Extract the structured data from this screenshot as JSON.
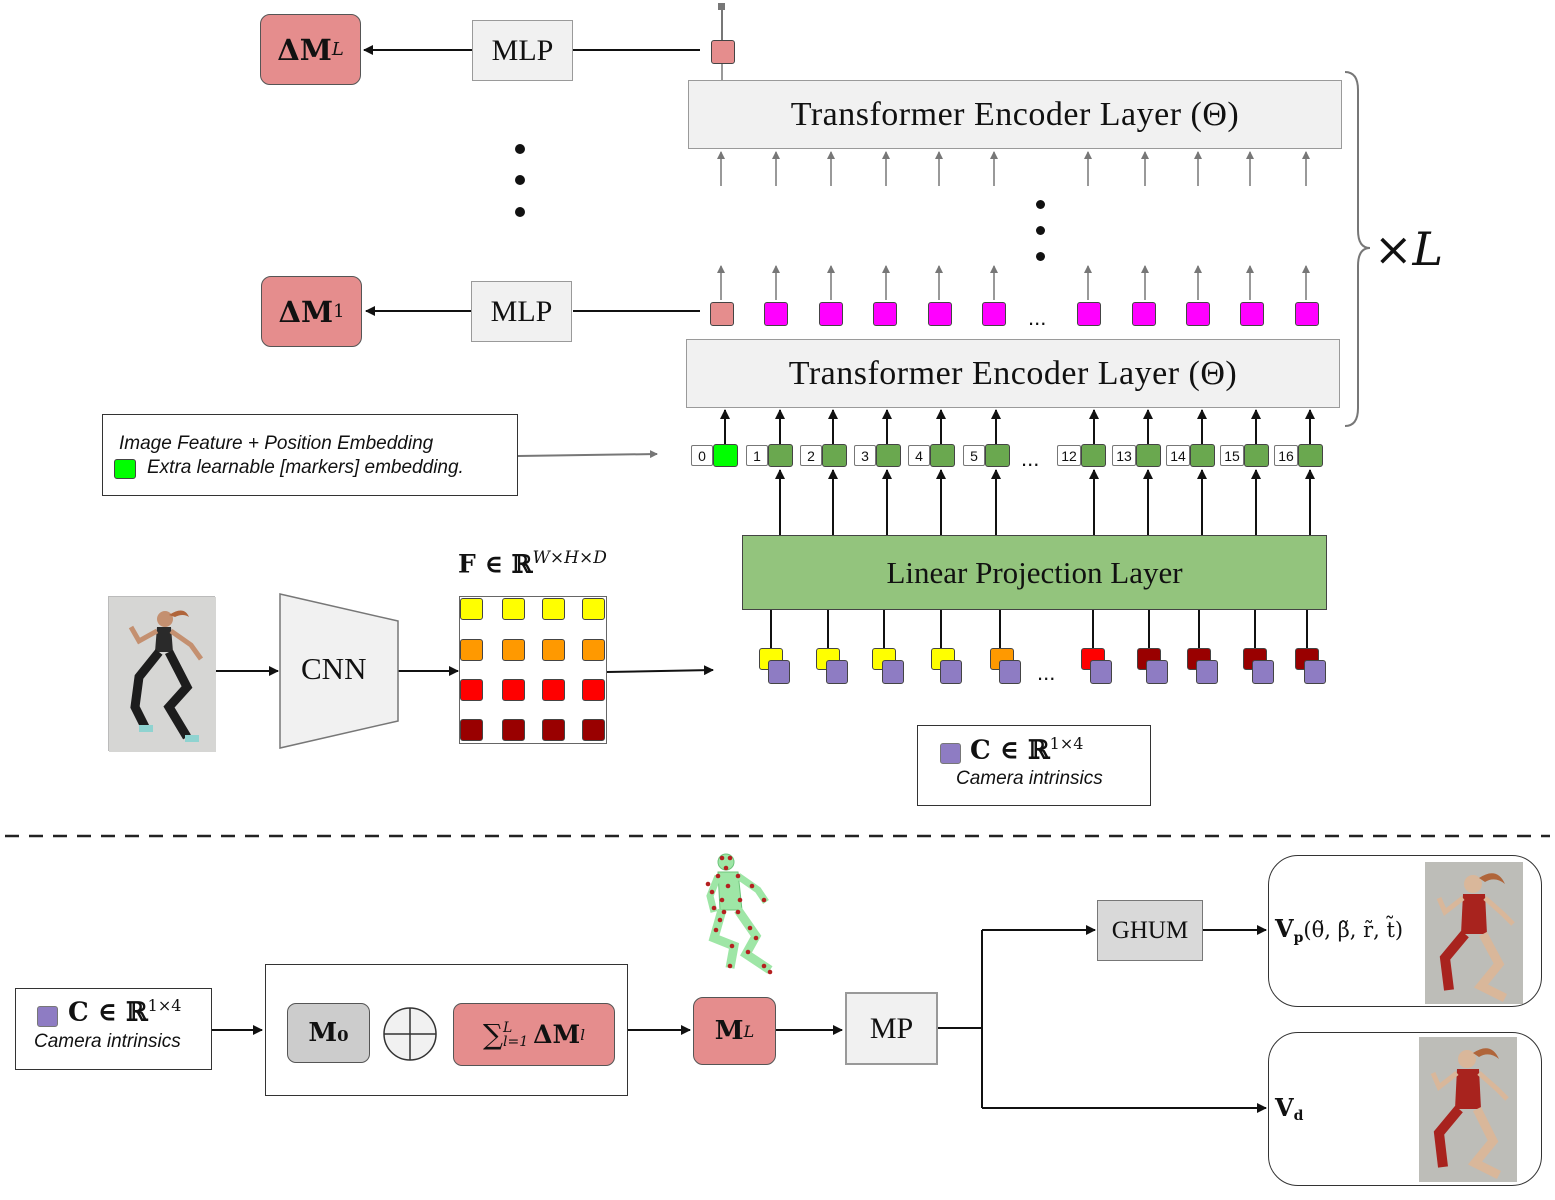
{
  "colors": {
    "pink": "#e58d8d",
    "magenta": "#ff00ff",
    "green_token": "#6aa84f",
    "bright_green": "#00ff00",
    "proj_green": "#93c47d",
    "purple": "#8e7cc3",
    "yellow": "#ffff00",
    "orange": "#ff9900",
    "red": "#ff0000",
    "dark_red": "#990000"
  },
  "top": {
    "delta_L": {
      "main": "ΔM",
      "sub": "L"
    },
    "delta_1": {
      "main": "ΔM",
      "sub": "1"
    },
    "mlp_label": "MLP",
    "encoder_label": "Transformer Encoder Layer (Θ)",
    "times_L": "×L",
    "ellipsis": "...",
    "legend": {
      "line1": "Image Feature + Position Embedding",
      "line2": "Extra learnable [markers] embedding."
    },
    "token_numbers": [
      "0",
      "1",
      "2",
      "3",
      "4",
      "5",
      "12",
      "13",
      "14",
      "15",
      "16"
    ],
    "linear_projection": "Linear Projection  Layer",
    "feature_label": "F ∈ ℝ",
    "feature_sup": "W×H×D",
    "cnn_label": "CNN",
    "camera_box": {
      "symbol": "C ∈ ℝ",
      "sup": "1×4",
      "caption": "Camera intrinsics"
    }
  },
  "bottom": {
    "camera_box": {
      "symbol": "C ∈ ℝ",
      "sup": "1×4",
      "caption": "Camera intrinsics"
    },
    "m0": "M₀",
    "plus": "⊕",
    "sum_label": "∑",
    "sum_sup": "L",
    "sum_sub": "l=1",
    "sum_term": "ΔM",
    "sum_term_sub": "l",
    "ml": {
      "main": "M",
      "sub": "L"
    },
    "mp": "MP",
    "ghum": "GHUM",
    "vp": {
      "main": "V",
      "sub": "p",
      "args": "(θ̃, β̃, r̃, t̃)"
    },
    "vd": {
      "main": "V",
      "sub": "d"
    }
  },
  "feature_grid": [
    [
      "yellow",
      "yellow",
      "yellow",
      "yellow"
    ],
    [
      "orange",
      "orange",
      "orange",
      "orange"
    ],
    [
      "red",
      "red",
      "red",
      "red"
    ],
    [
      "dark_red",
      "dark_red",
      "dark_red",
      "dark_red"
    ]
  ],
  "input_tokens": [
    "yellow",
    "yellow",
    "yellow",
    "yellow",
    "orange",
    "red",
    "dark_red",
    "dark_red",
    "dark_red",
    "dark_red"
  ]
}
